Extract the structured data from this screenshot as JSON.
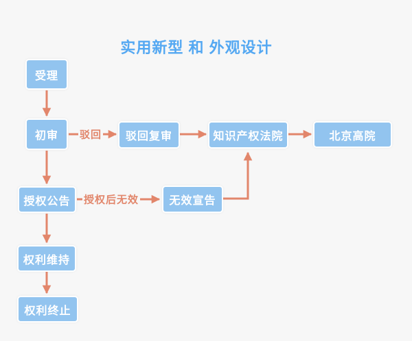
{
  "title": "实用新型 和 外观设计",
  "colors": {
    "background": "#f7f7f7",
    "node_fill": "#92c4ef",
    "node_text": "#ffffff",
    "arrow": "#e2866b",
    "title_text": "#54a8f2"
  },
  "nodes": [
    {
      "id": "acceptance",
      "label": "受理"
    },
    {
      "id": "preliminary-examination",
      "label": "初审"
    },
    {
      "id": "rejection-reexamination",
      "label": "驳回复审"
    },
    {
      "id": "ip-court",
      "label": "知识产权法院"
    },
    {
      "id": "beijing-high-court",
      "label": "北京高院"
    },
    {
      "id": "grant-announcement",
      "label": "授权公告"
    },
    {
      "id": "invalidation-declaration",
      "label": "无效宣告"
    },
    {
      "id": "right-maintained",
      "label": "权利维持"
    },
    {
      "id": "right-terminated",
      "label": "权利终止"
    }
  ],
  "edges": [
    {
      "from": "受理",
      "to": "初审",
      "label": ""
    },
    {
      "from": "初审",
      "to": "驳回复审",
      "label": "驳回"
    },
    {
      "from": "驳回复审",
      "to": "知识产权法院",
      "label": ""
    },
    {
      "from": "知识产权法院",
      "to": "北京高院",
      "label": ""
    },
    {
      "from": "初审",
      "to": "授权公告",
      "label": ""
    },
    {
      "from": "授权公告",
      "to": "无效宣告",
      "label": "授权后无效"
    },
    {
      "from": "无效宣告",
      "to": "知识产权法院",
      "label": ""
    },
    {
      "from": "授权公告",
      "to": "权利维持",
      "label": ""
    },
    {
      "from": "权利维持",
      "to": "权利终止",
      "label": ""
    }
  ]
}
